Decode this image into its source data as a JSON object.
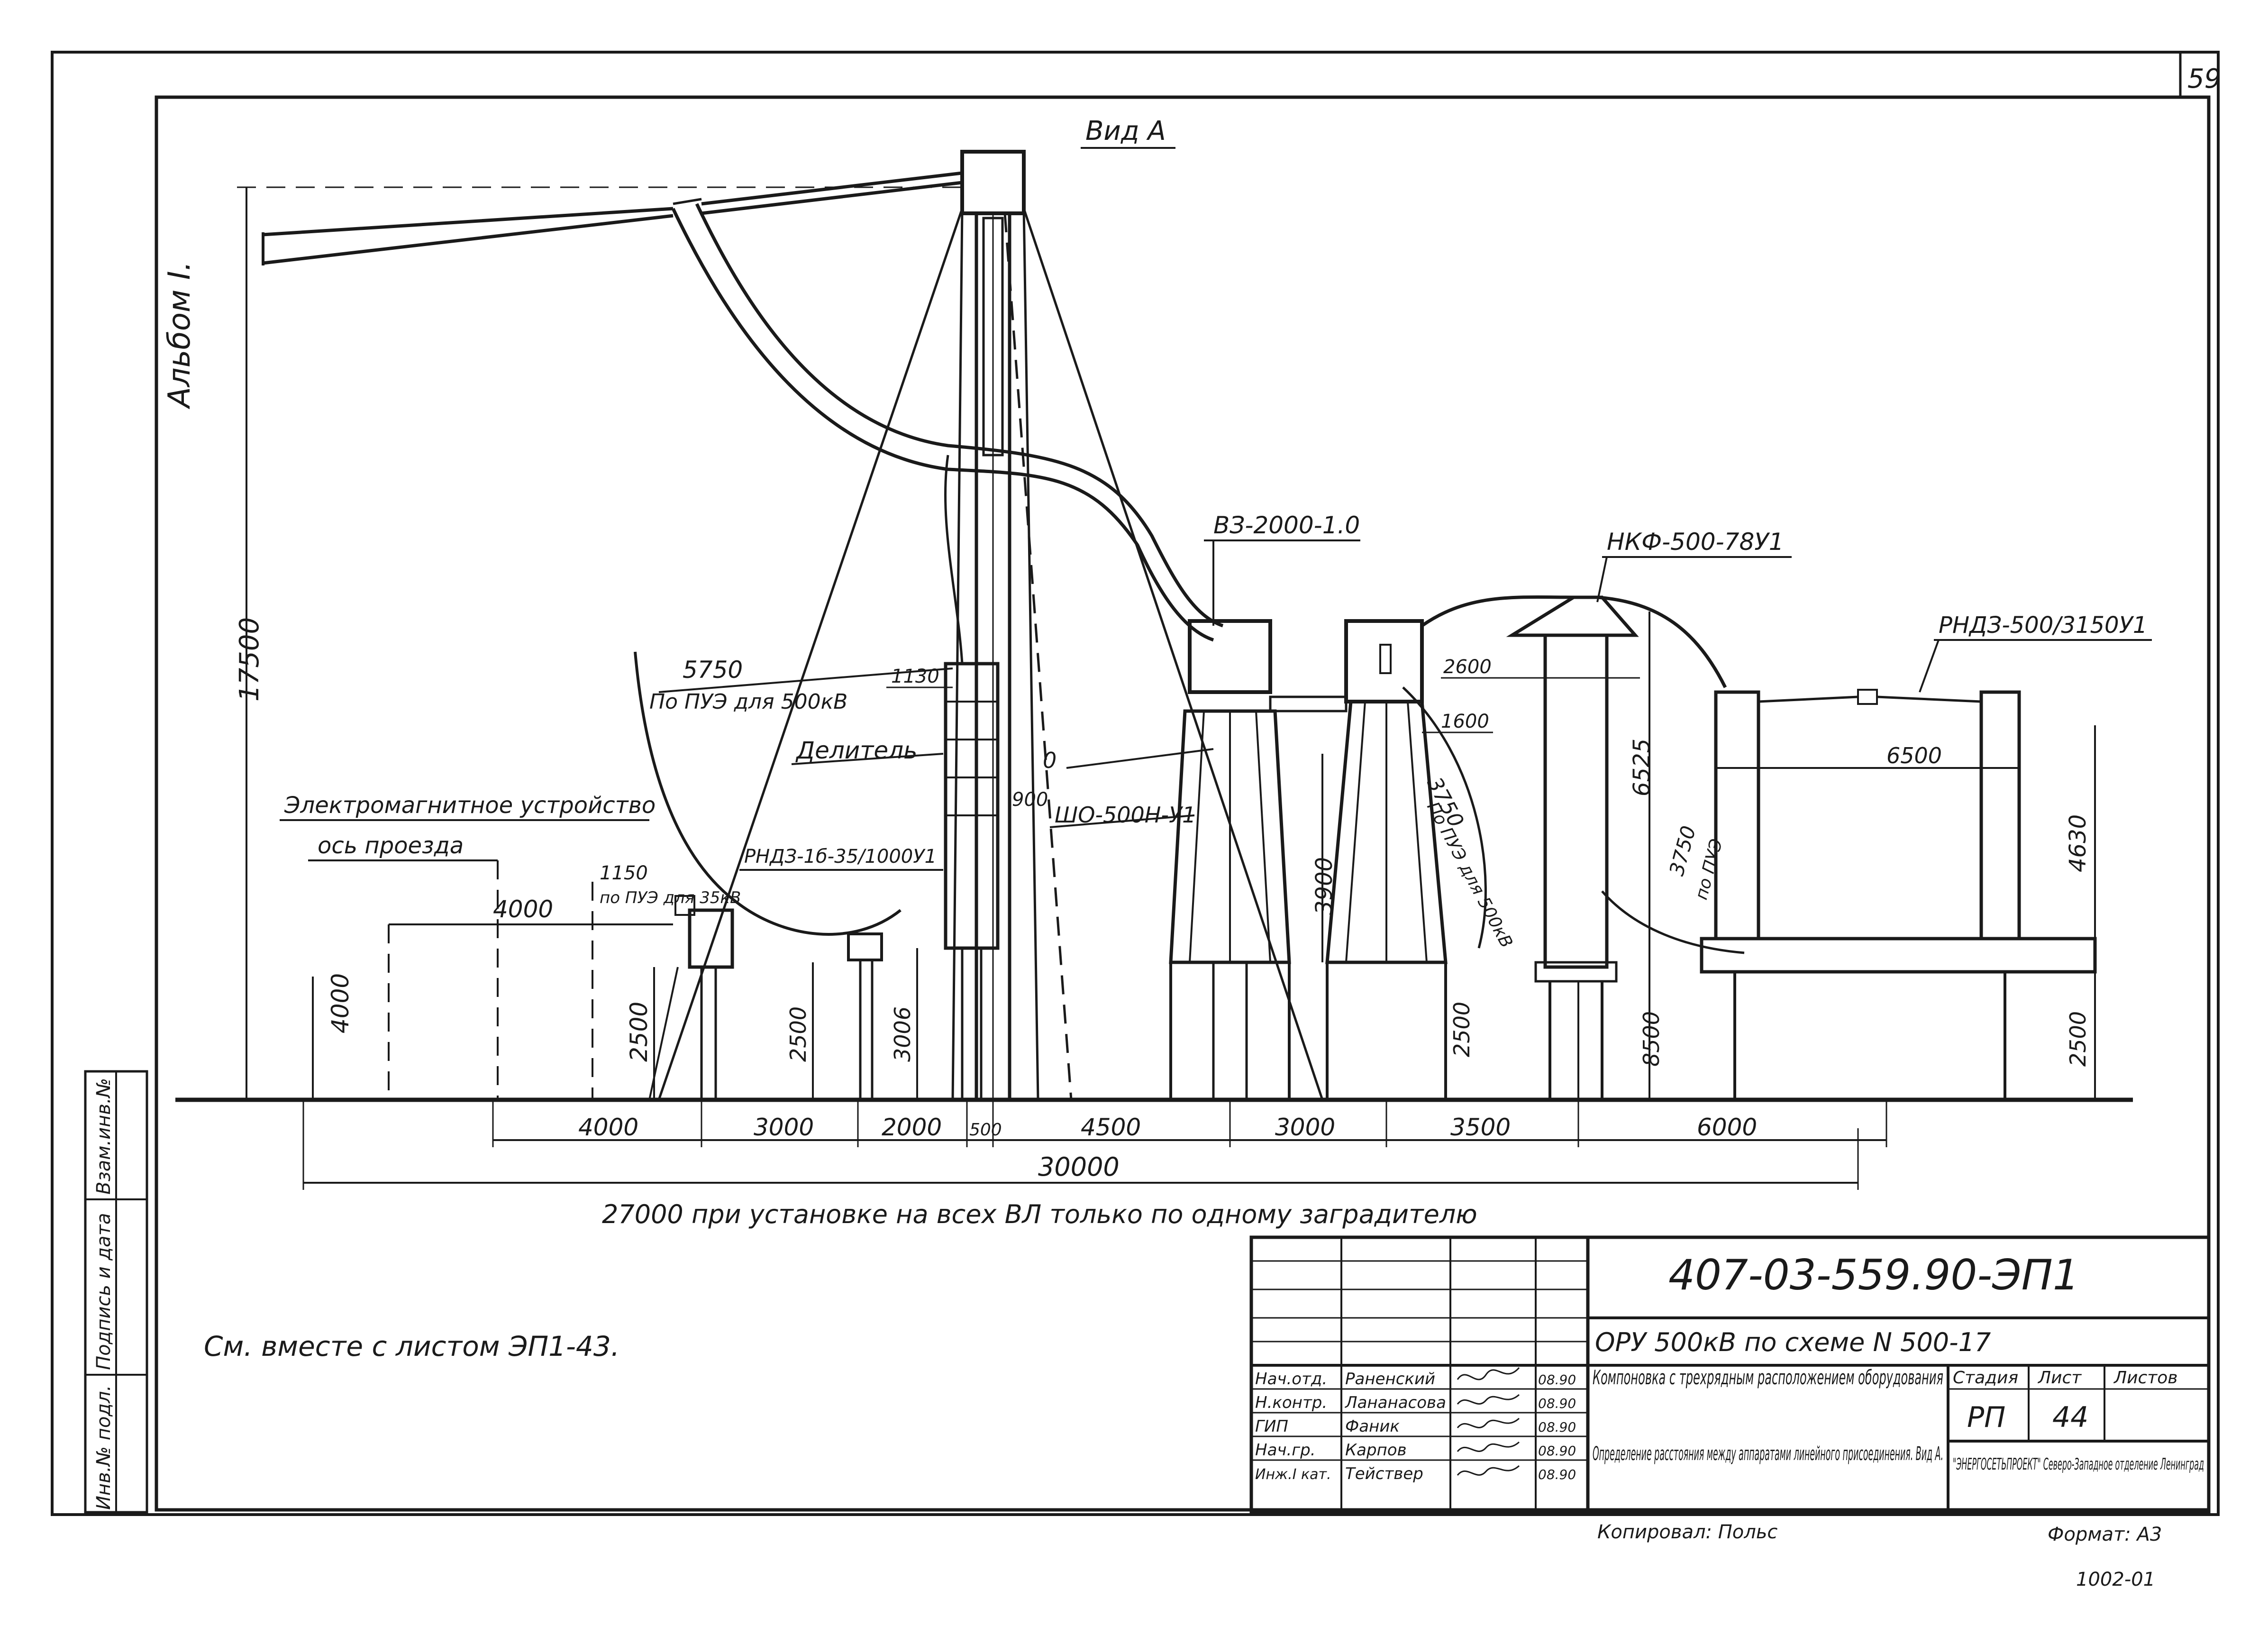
{
  "sheet": {
    "corner_number": "59",
    "album_label": "Альбом I.",
    "view_title": "Вид А",
    "see_also": "См. вместе с листом ЭП1-43.",
    "copied_by": "Копировал: Польс",
    "format": "Формат: А3",
    "bottom_code": "1002-01"
  },
  "side_stamp": {
    "fields": [
      "Инв.№ подл.",
      "Подпись и дата",
      "Взам.инв.№"
    ]
  },
  "equipment_labels": {
    "vz": "ВЗ-2000-1.0",
    "nkf": "НКФ-500-78У1",
    "rndz500": "РНДЗ-500/3150У1",
    "divider": "Делитель",
    "shon": "ШО-500Н-У1",
    "rndz18": "РНДЗ-1б-35/1000У1",
    "em_device": "Электромагнитное устройство",
    "road_axis": "ось проезда",
    "pue500": "По ПУЭ для 500кВ",
    "pue35": "по ПУЭ для 35кВ",
    "pue_rot": "По ПУЭ для 500кВ",
    "pue_small": "по ПУЭ",
    "zero": "0"
  },
  "dimensions": {
    "h17500": "17500",
    "d5750": "5750",
    "d1130": "1130",
    "d900": "900",
    "d4000top": "4000",
    "d1150": "1150",
    "h4000": "4000",
    "h2500a": "2500",
    "h2500b": "2500",
    "h3006": "3006",
    "h3900": "3900",
    "d1600": "1600",
    "d3750a": "3750",
    "h2500c": "2500",
    "d2600": "2600",
    "h6525": "6525",
    "h3750": "3750",
    "h8500": "8500",
    "d6500": "6500",
    "h4630": "4630",
    "h2500d": "2500",
    "bottom_row": [
      "4000",
      "3000",
      "2000",
      "500",
      "4500",
      "3000",
      "3500",
      "6000"
    ],
    "total": "30000",
    "note_27000": "27000 при установке на всех ВЛ только по одному заградителю"
  },
  "title_block": {
    "doc_number": "407-03-559.90-ЭП1",
    "project": "ОРУ 500кВ по схеме N 500-17",
    "sheet_title_1": "Компоновка с трехрядным расположением оборудования",
    "sheet_title_2": "Определение расстояния между аппаратами линейного присоединения. Вид А.",
    "stage_header": "Стадия",
    "sheet_header": "Лист",
    "sheets_header": "Листов",
    "stage": "РП",
    "sheet_no": "44",
    "organization": "\"ЭНЕРГОСЕТЬПРОЕКТ\" Северо-Западное отделение Ленинград",
    "signers": [
      {
        "role": "Нач.отд.",
        "name": "Раненский",
        "date": "08.90"
      },
      {
        "role": "Н.контр.",
        "name": "Лананасова",
        "date": "08.90"
      },
      {
        "role": "ГИП",
        "name": "Фаник",
        "date": "08.90"
      },
      {
        "role": "Нач.гр.",
        "name": "Карпов",
        "date": "08.90"
      },
      {
        "role": "Инж.I кат.",
        "name": "Тействер",
        "date": "08.90"
      }
    ]
  }
}
